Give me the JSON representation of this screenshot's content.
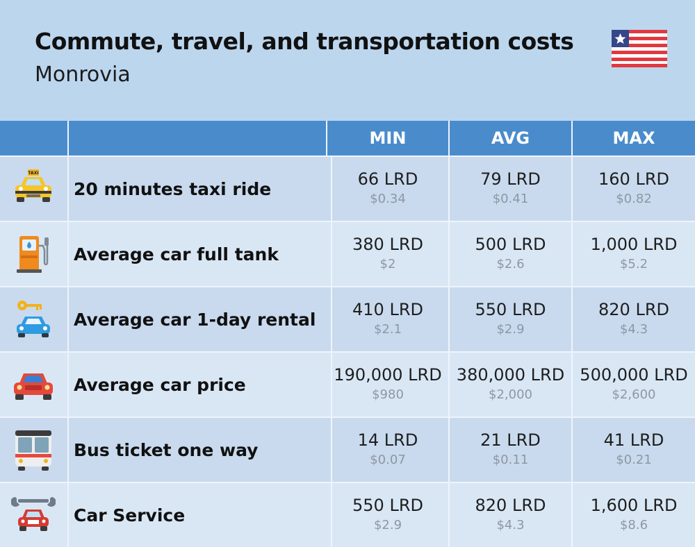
{
  "header": {
    "title": "Commute, travel, and transportation costs",
    "subtitle": "Monrovia"
  },
  "columns": {
    "min": "MIN",
    "avg": "AVG",
    "max": "MAX"
  },
  "rows": [
    {
      "icon": "taxi-icon",
      "label": "20 minutes taxi ride",
      "min": "66 LRD",
      "min_usd": "$0.34",
      "avg": "79 LRD",
      "avg_usd": "$0.41",
      "max": "160 LRD",
      "max_usd": "$0.82"
    },
    {
      "icon": "fuel-pump-icon",
      "label": "Average car full tank",
      "min": "380 LRD",
      "min_usd": "$2",
      "avg": "500 LRD",
      "avg_usd": "$2.6",
      "max": "1,000 LRD",
      "max_usd": "$5.2"
    },
    {
      "icon": "car-rental-icon",
      "label": "Average car 1-day rental",
      "min": "410 LRD",
      "min_usd": "$2.1",
      "avg": "550 LRD",
      "avg_usd": "$2.9",
      "max": "820 LRD",
      "max_usd": "$4.3"
    },
    {
      "icon": "car-icon",
      "label": "Average car price",
      "min": "190,000 LRD",
      "min_usd": "$980",
      "avg": "380,000 LRD",
      "avg_usd": "$2,000",
      "max": "500,000 LRD",
      "max_usd": "$2,600"
    },
    {
      "icon": "bus-icon",
      "label": "Bus ticket one way",
      "min": "14 LRD",
      "min_usd": "$0.07",
      "avg": "21 LRD",
      "avg_usd": "$0.11",
      "max": "41 LRD",
      "max_usd": "$0.21"
    },
    {
      "icon": "car-service-icon",
      "label": "Car Service",
      "min": "550 LRD",
      "min_usd": "$2.9",
      "avg": "820 LRD",
      "avg_usd": "$4.3",
      "max": "1,600 LRD",
      "max_usd": "$8.6"
    }
  ],
  "icons": {
    "taxi_sign": "TAXI"
  },
  "colors": {
    "background": "#bcd6ee",
    "header_row": "#4a8ccb",
    "row_alt": "#c9daee",
    "row_plain": "#d9e7f5"
  }
}
